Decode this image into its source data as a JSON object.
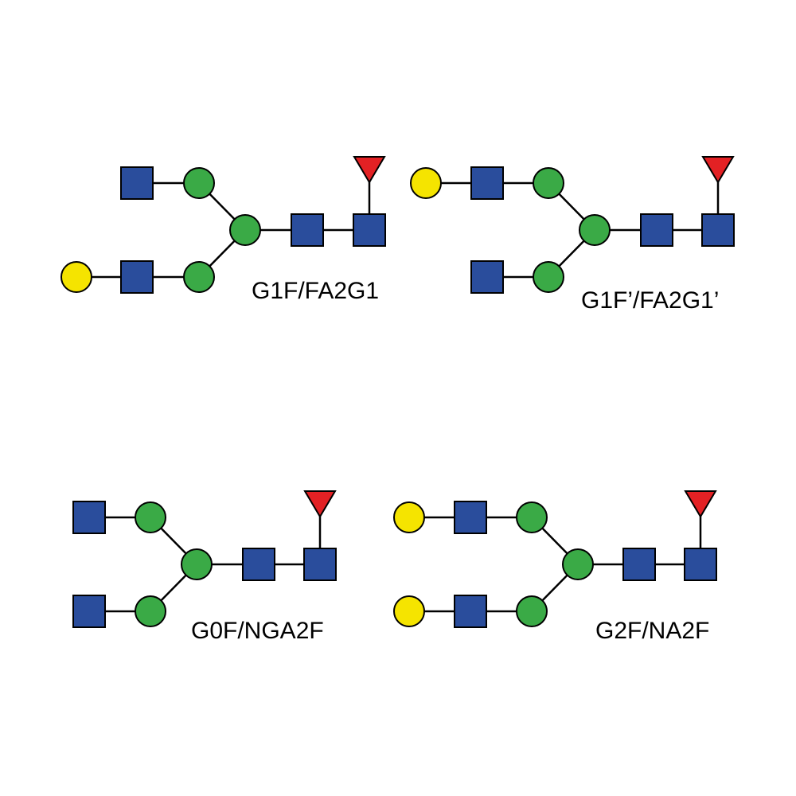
{
  "colors": {
    "glcnac_blue": "#2a4d9c",
    "mannose_green": "#3aaa46",
    "galactose_yellow": "#f5e400",
    "fucose_red": "#e32124",
    "outline": "#000000",
    "background": "#ffffff"
  },
  "glycans": [
    {
      "label": "G1F/FA2G1",
      "symbols": [
        "GlcNAc",
        "Man",
        "Man",
        "Man",
        "GlcNAc",
        "GlcNAc",
        "Fuc",
        "GlcNAc",
        "Gal"
      ]
    },
    {
      "label": "G1F’/FA2G1’",
      "symbols": [
        "Gal",
        "GlcNAc",
        "Man",
        "Man",
        "Man",
        "GlcNAc",
        "GlcNAc",
        "Fuc",
        "GlcNAc"
      ]
    },
    {
      "label": "G0F/NGA2F",
      "symbols": [
        "GlcNAc",
        "Man",
        "Man",
        "Man",
        "GlcNAc",
        "GlcNAc",
        "Fuc",
        "GlcNAc"
      ]
    },
    {
      "label": "G2F/NA2F",
      "symbols": [
        "Gal",
        "GlcNAc",
        "Man",
        "Man",
        "Man",
        "GlcNAc",
        "GlcNAc",
        "Fuc",
        "Gal",
        "GlcNAc"
      ]
    }
  ]
}
